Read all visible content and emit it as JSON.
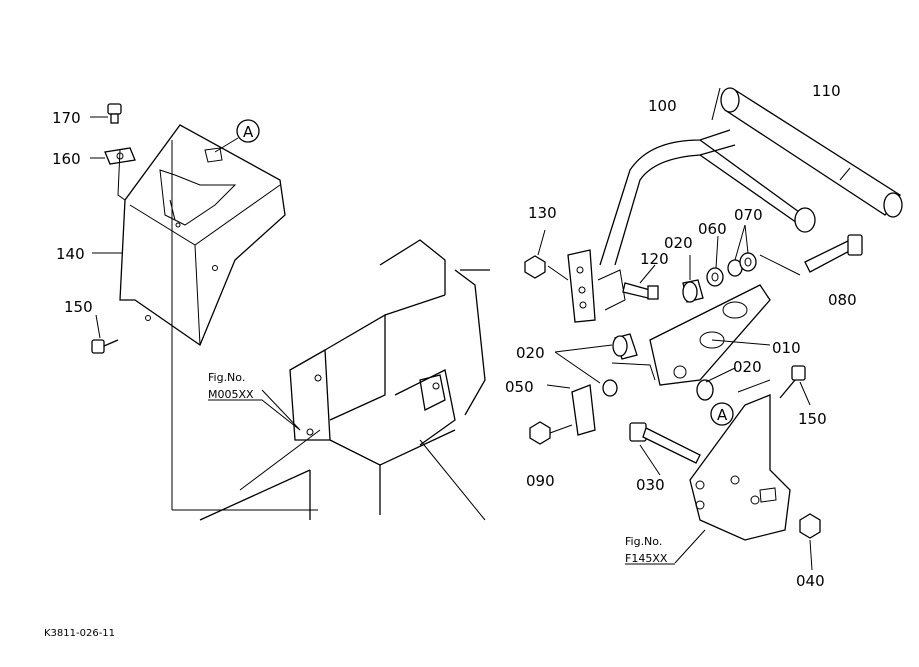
{
  "parts": {
    "p170": "170",
    "p160": "160",
    "p140": "140",
    "p150a": "150",
    "p100": "100",
    "p110": "110",
    "p130": "130",
    "p120": "120",
    "p020a": "020",
    "p060": "060",
    "p070": "070",
    "p080": "080",
    "p010": "010",
    "p020b": "020",
    "p020c": "020",
    "p050": "050",
    "p150b": "150",
    "p090": "090",
    "p030": "030",
    "p040": "040"
  },
  "markers": {
    "a_left": "A",
    "a_right": "A"
  },
  "fig_refs": {
    "left": {
      "title": "Fig.No.",
      "code": "M005XX"
    },
    "right": {
      "title": "Fig.No.",
      "code": "F145XX"
    }
  },
  "drawing_code": "K3811-026-11"
}
